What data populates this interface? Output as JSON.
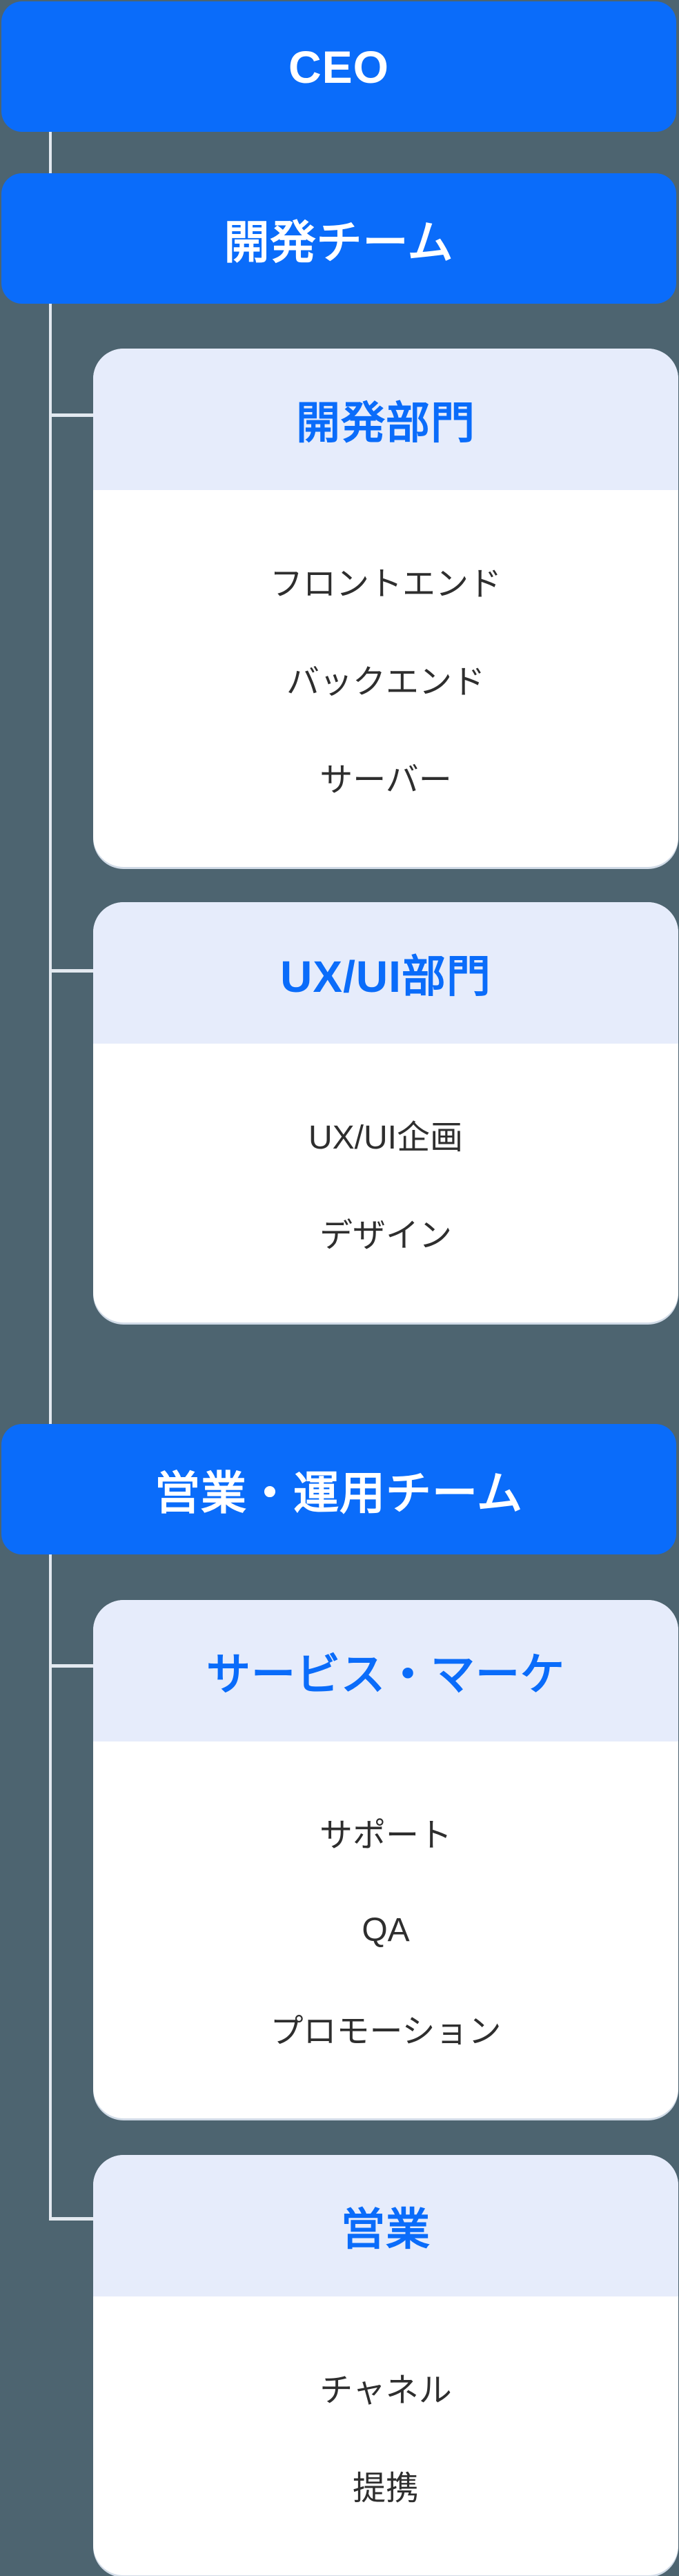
{
  "colors": {
    "background": "#4d6470",
    "node_blue": "#0a6cfa",
    "header_lavender": "#e6ecfb",
    "body_white": "#ffffff",
    "connector": "#e3e9f0",
    "body_text": "#2e2e2e"
  },
  "org": {
    "root": {
      "label": "CEO"
    },
    "teams": [
      {
        "label": "開発チーム",
        "departments": [
          {
            "title": "開発部門",
            "members": [
              "フロントエンド",
              "バックエンド",
              "サーバー"
            ]
          },
          {
            "title": "UX/UI部門",
            "members": [
              "UX/UI企画",
              "デザイン"
            ]
          }
        ]
      },
      {
        "label": "営業・運用チーム",
        "departments": [
          {
            "title": "サービス・マーケ",
            "members": [
              "サポート",
              "QA",
              "プロモーション"
            ]
          },
          {
            "title": "営業",
            "members": [
              "チャネル",
              "提携"
            ]
          }
        ]
      }
    ]
  }
}
